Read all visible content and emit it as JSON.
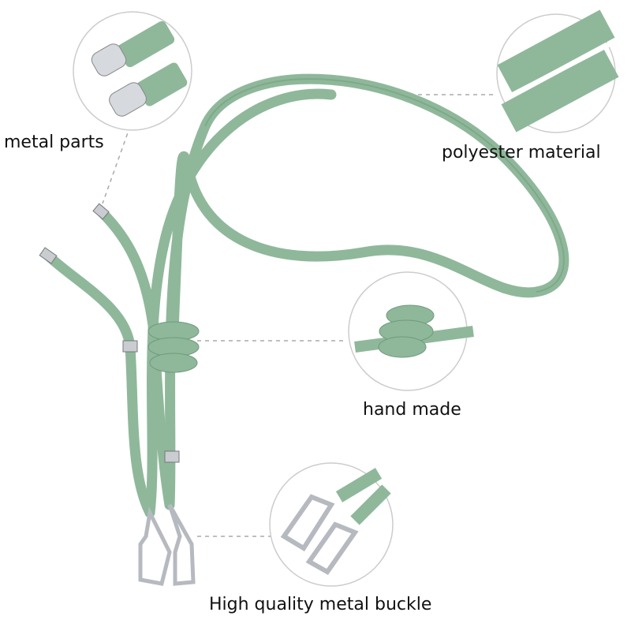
{
  "labels": {
    "metal_parts": "metal parts",
    "polyester_material": "polyester material",
    "hand_made": "hand made",
    "metal_buckle": "High quality metal buckle"
  },
  "colors": {
    "cord": "#8fb89a",
    "cord_dark": "#6f9a7c",
    "metal": "#c9cdd2",
    "dashed_line": "#aaaaaa"
  }
}
